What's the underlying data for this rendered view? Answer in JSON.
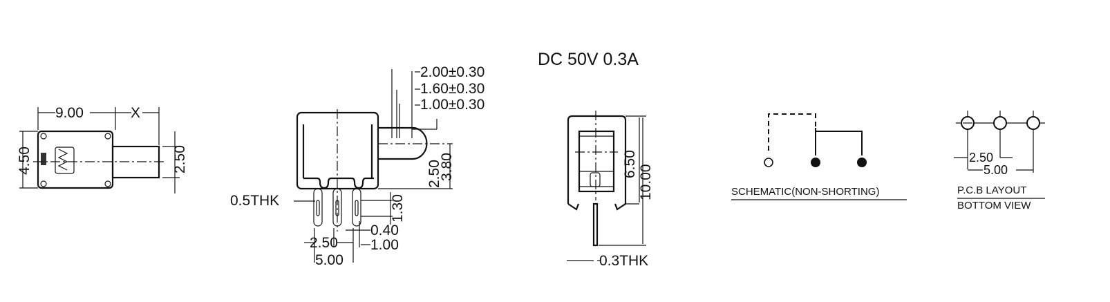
{
  "title": "DC  50V  0.3A",
  "top_view": {
    "length": "9.00",
    "shaft": "X",
    "height": "4.50",
    "shaft_dia": "2.50"
  },
  "front_view": {
    "dim1": "2.00±0.30",
    "dim2": "1.60±0.30",
    "dim3": "1.00±0.30",
    "shaft_height": "2.50",
    "shaft_center": "3.80",
    "pin_thk": "0.5THK",
    "pin_slot": "1.30",
    "slot_w": "0.40",
    "pin_w": "1.00",
    "pitch": "2.50",
    "span": "5.00"
  },
  "side_view": {
    "inner": "6.50",
    "total": "10.00",
    "pin_thk": "0.3THK"
  },
  "schematic": {
    "label": "SCHEMATIC(NON-SHORTING)"
  },
  "pcb": {
    "pitch": "2.50",
    "span": "5.00",
    "label1": "P.C.B LAYOUT",
    "label2": "BOTTOM VIEW"
  }
}
